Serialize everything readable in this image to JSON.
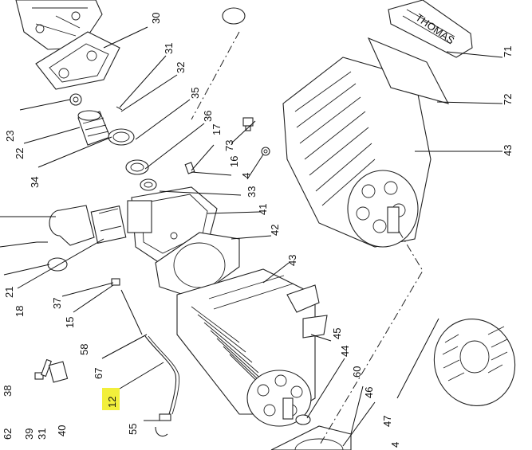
{
  "callouts": [
    {
      "id": "c30",
      "text": "30"
    },
    {
      "id": "c31a",
      "text": "31"
    },
    {
      "id": "c32",
      "text": "32"
    },
    {
      "id": "c35",
      "text": "35"
    },
    {
      "id": "c36",
      "text": "36"
    },
    {
      "id": "c17",
      "text": "17"
    },
    {
      "id": "c73",
      "text": "73"
    },
    {
      "id": "c16",
      "text": "16"
    },
    {
      "id": "c4",
      "text": "4"
    },
    {
      "id": "c33",
      "text": "33"
    },
    {
      "id": "c41",
      "text": "41"
    },
    {
      "id": "c42",
      "text": "42"
    },
    {
      "id": "c43a",
      "text": "43"
    },
    {
      "id": "c43b",
      "text": "43"
    },
    {
      "id": "c71",
      "text": "71"
    },
    {
      "id": "c72",
      "text": "72"
    },
    {
      "id": "c23",
      "text": "23"
    },
    {
      "id": "c22",
      "text": "22"
    },
    {
      "id": "c34",
      "text": "34"
    },
    {
      "id": "c21",
      "text": "21"
    },
    {
      "id": "c18",
      "text": "18"
    },
    {
      "id": "c37",
      "text": "37"
    },
    {
      "id": "c15",
      "text": "15"
    },
    {
      "id": "c58",
      "text": "58"
    },
    {
      "id": "c67",
      "text": "67"
    },
    {
      "id": "c12",
      "text": "12"
    },
    {
      "id": "c38",
      "text": "38"
    },
    {
      "id": "c62",
      "text": "62"
    },
    {
      "id": "c39",
      "text": "39"
    },
    {
      "id": "c31b",
      "text": "31"
    },
    {
      "id": "c40",
      "text": "40"
    },
    {
      "id": "c55",
      "text": "55"
    },
    {
      "id": "c45",
      "text": "45"
    },
    {
      "id": "c44",
      "text": "44"
    },
    {
      "id": "c60",
      "text": "60"
    },
    {
      "id": "c46",
      "text": "46"
    },
    {
      "id": "c47",
      "text": "47"
    },
    {
      "id": "c4b",
      "text": "4"
    }
  ],
  "nameplate_text": "THOMAS",
  "highlight_color": "#f2ef3b"
}
